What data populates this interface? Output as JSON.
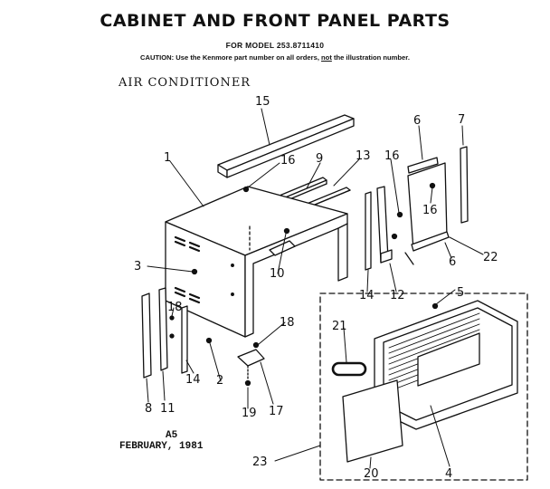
{
  "header": {
    "title": "CABINET AND FRONT PANEL PARTS",
    "model_line": "FOR MODEL 253.8711410",
    "caution_prefix": "CAUTION: Use the Kenmore part number on all orders, ",
    "caution_not": "not",
    "caution_suffix": " the illustration number."
  },
  "section_label": "AIR CONDITIONER",
  "footer": {
    "code": "A5",
    "date": "FEBRUARY, 1981"
  },
  "callouts": {
    "c1": "1",
    "c2": "2",
    "c3": "3",
    "c4": "4",
    "c5": "5",
    "c6a": "6",
    "c6b": "6",
    "c7": "7",
    "c8": "8",
    "c9": "9",
    "c10": "10",
    "c11": "11",
    "c12": "12",
    "c13": "13",
    "c14a": "14",
    "c14b": "14",
    "c15": "15",
    "c16a": "16",
    "c16b": "16",
    "c16c": "16",
    "c17": "17",
    "c18a": "18",
    "c18b": "18",
    "c19": "19",
    "c20": "20",
    "c21": "21",
    "c22": "22",
    "c23": "23"
  }
}
